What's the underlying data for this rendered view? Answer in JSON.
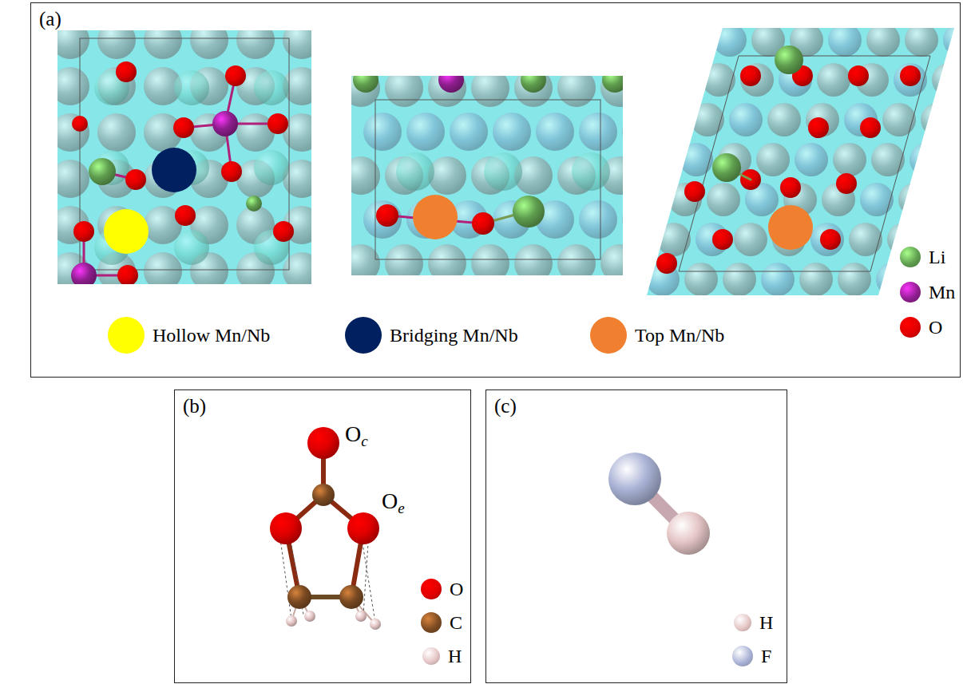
{
  "diagram": {
    "nodes": [
      {
        "text": [
          "(a)"
        ]
      },
      {
        "text": [
          "(b)"
        ]
      },
      {
        "text": [
          "(c)"
        ]
      }
    ],
    "labels": [
      "Oc",
      "Oe"
    ],
    "legend": [
      {
        "text": "Hollow Mn/Nb",
        "color": "#ffff00"
      },
      {
        "text": "Bridging Mn/Nb",
        "color": "#002060"
      },
      {
        "text": "Top Mn/Nb",
        "color": "#f08030"
      },
      {
        "text": "Li",
        "color": "#5f9e4f"
      },
      {
        "text": "Mn",
        "color": "#8e1e8e"
      },
      {
        "text": "O",
        "color": "#e00000"
      },
      {
        "text": "O",
        "color": "#e00000"
      },
      {
        "text": "C",
        "color": "#7a4a22"
      },
      {
        "text": "H",
        "color": "#e6c6c6"
      },
      {
        "text": "H",
        "color": "#e6c6c6"
      },
      {
        "text": "F",
        "color": "#aab3d6"
      }
    ]
  }
}
